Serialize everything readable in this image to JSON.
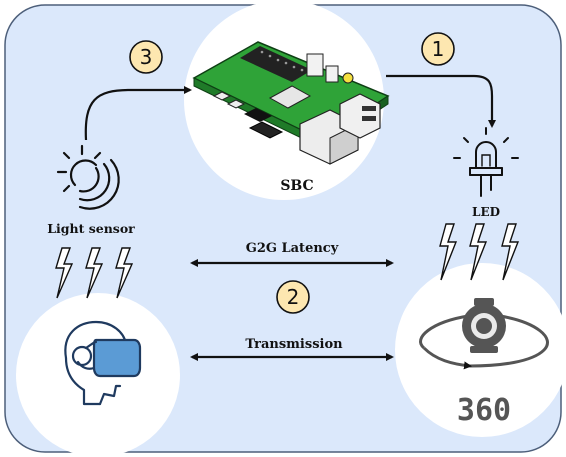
{
  "labels": {
    "sbc": "SBC",
    "led": "LED",
    "light_sensor": "Light sensor",
    "latency": "G2G Latency",
    "transmission": "Transmission"
  },
  "steps": [
    "1",
    "2",
    "3"
  ],
  "camera_text": "360",
  "colors": {
    "panel_bg": "#dbe8fb",
    "panel_border": "#4d5f7a",
    "step_fill": "#fde7b0",
    "pcb_green": "#2fa338",
    "vr_blue": "#5b9bd5"
  }
}
